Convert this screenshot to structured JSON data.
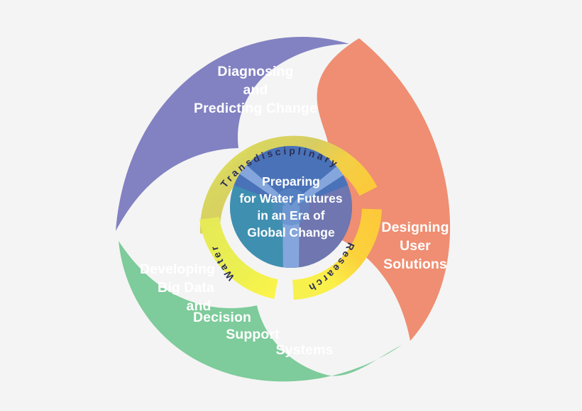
{
  "figure": {
    "name": "Preparing for Water Futures in an Era of Global Change pinwheel diagram",
    "background_color": "#f4f4f4"
  },
  "center": {
    "lines": [
      "Preparing",
      "for Water Futures",
      "in an Era of",
      "Global Change"
    ],
    "text_color": "#ffffff",
    "segment_colors": {
      "top": "#4a72b8",
      "lower_left": "#3f8fb0",
      "lower_right": "#6f76b0",
      "spoke": "#84a6dc"
    }
  },
  "ring": {
    "labels": [
      {
        "id": "transdisciplinary",
        "text": "Transdisciplinary"
      },
      {
        "id": "research",
        "text": "Research"
      },
      {
        "id": "water",
        "text": "Water"
      }
    ],
    "text_color": "#2b2f55",
    "colors": {
      "olive": "#cfc96b",
      "yellow_green": "#e9ed55",
      "bright_yellow": "#fbf44a",
      "amber": "#fcc93a",
      "gold": "#f7b830"
    }
  },
  "petals": [
    {
      "id": "diagnosing",
      "color": "#8281c2",
      "lines": [
        "Diagnosing",
        "and",
        "Predicting Change"
      ]
    },
    {
      "id": "designing",
      "color": "#ef8e72",
      "lines": [
        "Designing",
        "User",
        "Solutions"
      ]
    },
    {
      "id": "developing",
      "color": "#7ecb9b",
      "lines": [
        "Developing",
        "Big Data",
        "and",
        "Decision",
        "Support",
        "Systems"
      ]
    }
  ]
}
